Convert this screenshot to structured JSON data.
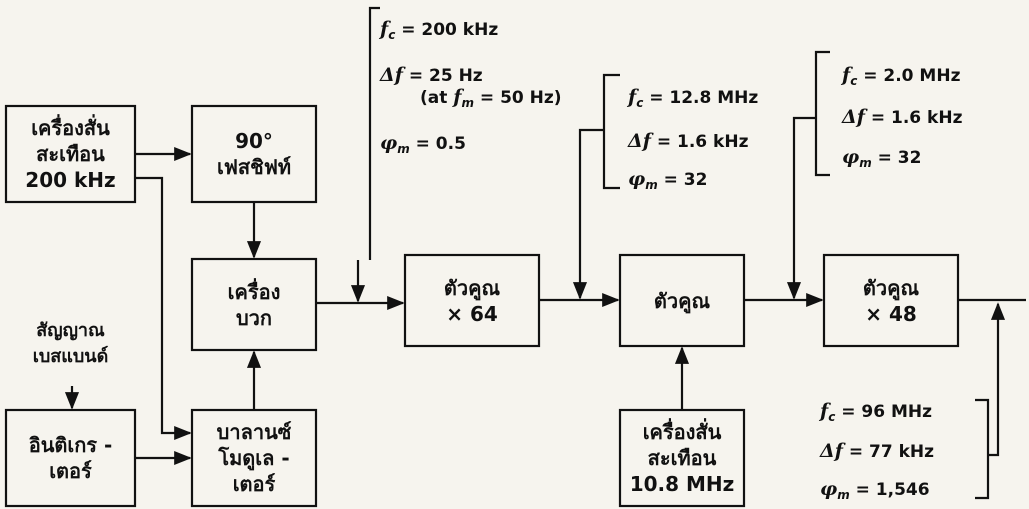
{
  "blocks": {
    "osc200": [
      "เครื่องสั่น",
      "สะเทือน",
      "200 kHz"
    ],
    "phase90": [
      "90°",
      "เฟสชิฟท์"
    ],
    "adder": [
      "เครื่อง",
      "บวก"
    ],
    "mult64": [
      "ตัวคูณ",
      "× 64"
    ],
    "mixer": [
      "ตัวคูณ"
    ],
    "mult48": [
      "ตัวคูณ",
      "× 48"
    ],
    "integrator": [
      "อินติเกร -",
      "เตอร์"
    ],
    "balanced_mod": [
      "บาลานซ์",
      "โมดูเล -",
      "เตอร์"
    ],
    "osc10_8": [
      "เครื่องสั่น",
      "สะเทือน",
      "10.8 MHz"
    ]
  },
  "baseband_label": [
    "สัญญาณ",
    "เบสแบนด์"
  ],
  "params": {
    "stage1": {
      "fc": "= 200 kHz",
      "df": "= 25 Hz",
      "note_open": "(at",
      "note_fm": "= 50 Hz)",
      "phi": "= 0.5"
    },
    "stage2": {
      "fc": "= 12.8 MHz",
      "df": "= 1.6 kHz",
      "phi": "= 32"
    },
    "stage3": {
      "fc": "= 2.0 MHz",
      "df": "= 1.6 kHz",
      "phi": "= 32"
    },
    "output": {
      "fc": "= 96 MHz",
      "df": "= 77 kHz",
      "phi": "= 1,546"
    }
  }
}
